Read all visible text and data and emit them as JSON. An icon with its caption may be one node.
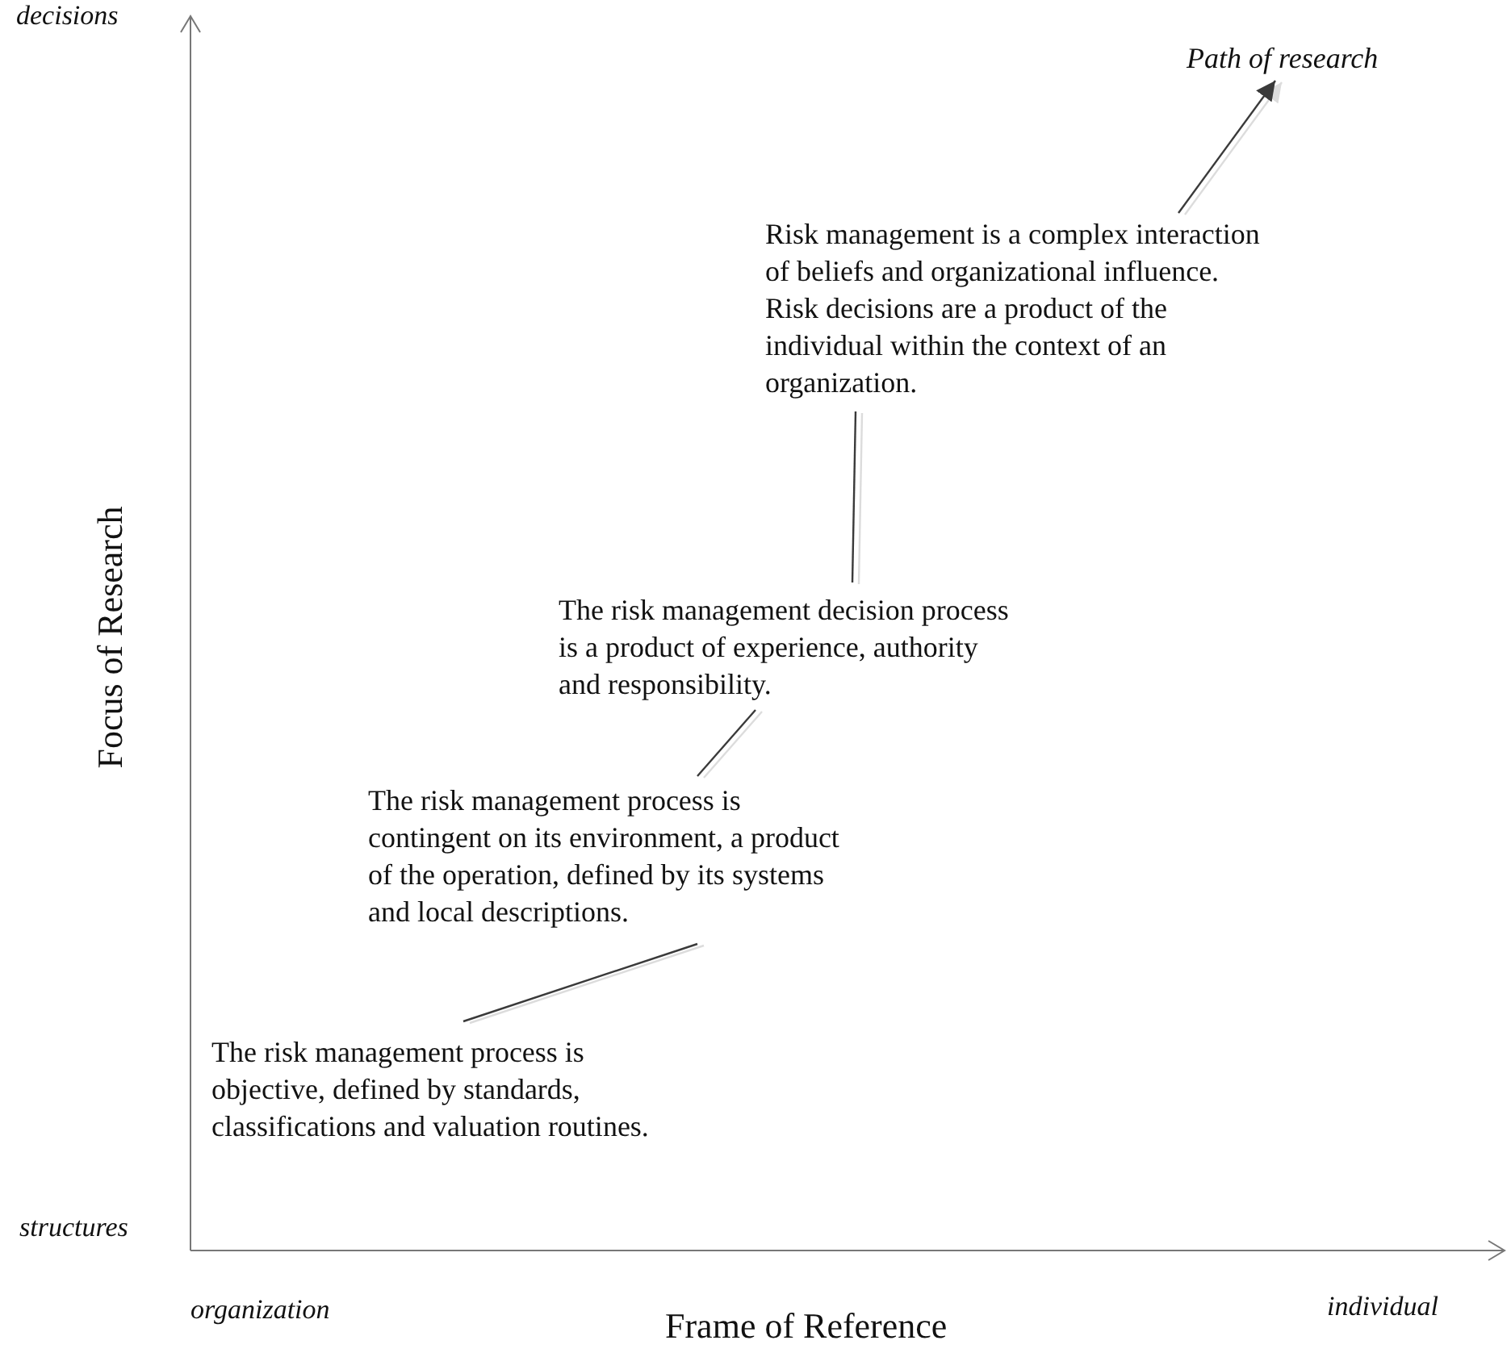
{
  "diagram": {
    "nodes": [
      {
        "text": [
          "The risk management process is objective, defined by standards, classifications and valuation routines."
        ]
      },
      {
        "text": [
          "The risk management process is contingent on its environment, a product of the operation, defined by its systems and local descriptions."
        ]
      },
      {
        "text": [
          "The risk management decision process is a product of experience, authority and responsibility."
        ]
      },
      {
        "text": [
          "Risk management is a complex interaction of beliefs and organizational influence. Risk decisions are a product of the individual within the context of an organization."
        ]
      },
      {
        "text": [
          "Path of research"
        ]
      }
    ],
    "edges": [
      {
        "from": 0,
        "to": 1,
        "arrow": "none"
      },
      {
        "from": 1,
        "to": 2,
        "arrow": "none"
      },
      {
        "from": 2,
        "to": 3,
        "arrow": "none"
      },
      {
        "from": 3,
        "to": 4,
        "arrow": "to"
      }
    ],
    "labels": [
      "decisions",
      "Focus of Research",
      "structures",
      "organization",
      "individual",
      "Frame of Reference"
    ]
  }
}
